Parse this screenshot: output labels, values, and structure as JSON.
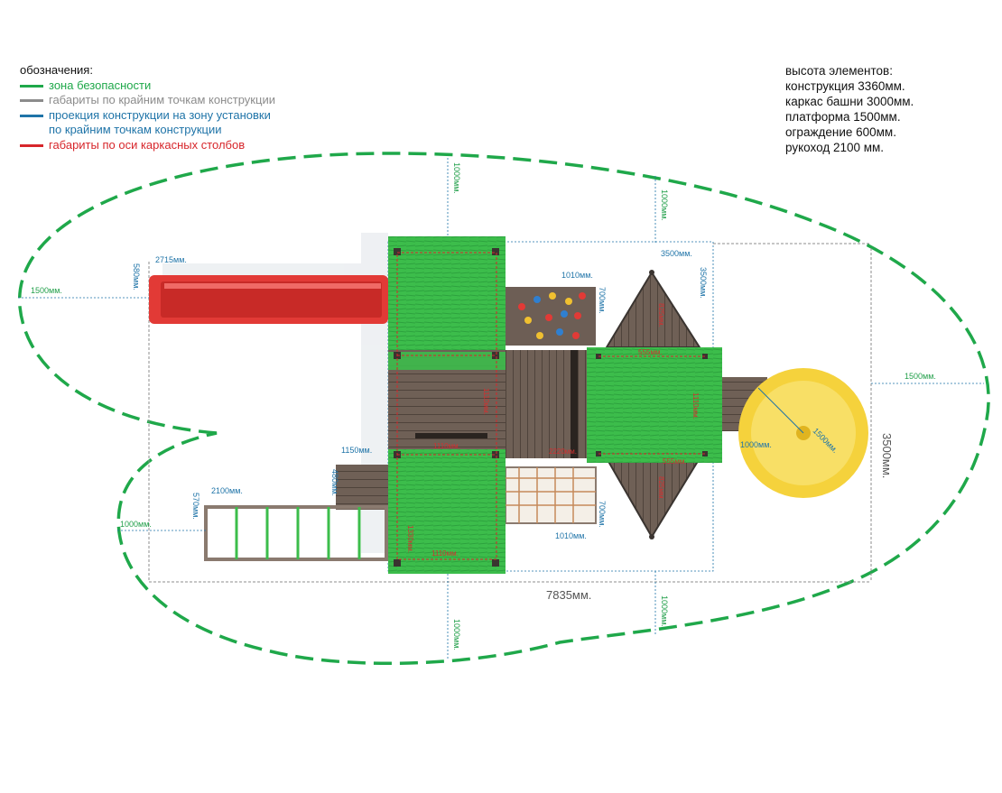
{
  "legend": {
    "title": "обозначения:",
    "items": [
      {
        "label": "зона безопасности",
        "color": "#1fa84a"
      },
      {
        "label": "габариты по крайним точкам конструкции",
        "color": "#8c8c8c"
      },
      {
        "label": "проекция конструкции на зону установки",
        "label2": "по крайним точкам конструкции",
        "color": "#1f74a8"
      },
      {
        "label": "габариты по оси каркасных столбов",
        "color": "#d7262b"
      }
    ]
  },
  "heights": {
    "title": "высота элементов:",
    "lines": [
      "конструкция 3360мм.",
      "каркас башни 3000мм.",
      "платформа 1500мм.",
      "ограждение 600мм.",
      "рукоход  2100 мм."
    ]
  },
  "dims": {
    "total_width": "7835мм.",
    "depth_right": "3500мм.",
    "slide_length": "2715мм.",
    "slide_width": "580мм.",
    "zone_left": "1500мм.",
    "zone_top_a": "1000мм.",
    "zone_top_b": "1000мм.",
    "tower_depth": "3500мм.",
    "tower_width": "3500мм.",
    "climb_w_top": "1010мм.",
    "climb_d_top": "700мм.",
    "climb_w_bot": "1010мм.",
    "climb_d_bot": "700мм.",
    "zone_right": "1500мм.",
    "spiral_dia": "1500мм.",
    "spiral_1000": "1000мм.",
    "step_w": "1150мм.",
    "step_d": "480мм.",
    "bars_len": "2100мм.",
    "bars_w": "570мм.",
    "zone_left_low": "1000мм.",
    "zone_bottom_a": "1000мм.",
    "zone_bottom_b": "1000мм.",
    "plat_1110_a": "1110мм.",
    "plat_1110_b": "1110мм.",
    "plat_1110_c": "1110мм.",
    "plat_1110_v": "1110мм.",
    "plat_2220": "2220мм.",
    "plat_1110_r": "1110мм.",
    "bridge_1330": "1330мм.",
    "tri_top": "825мм.",
    "tri_bottom": "825мм.",
    "tri_mid_top": "555мм.",
    "tri_mid_bot": "555мм."
  },
  "colors": {
    "safety": "#1fa84a",
    "roof_green": "#3fbf4e",
    "deck": "#6b5a4e",
    "slide": "#e23a36",
    "spiral": "#f5d23c"
  }
}
